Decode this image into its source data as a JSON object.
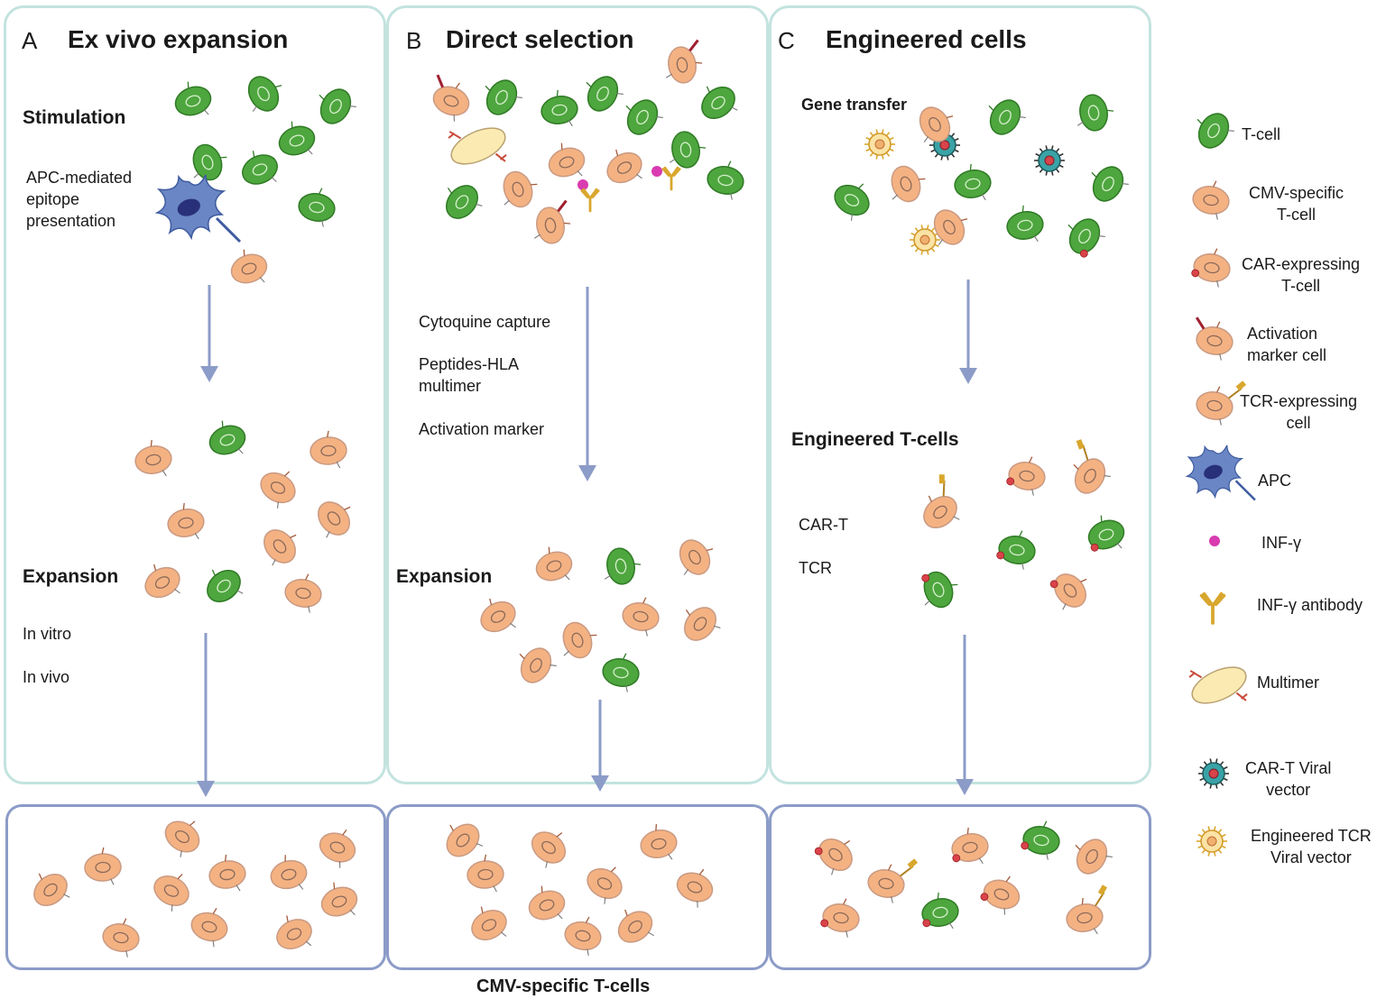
{
  "panels": [
    {
      "letter": "A",
      "title": "Ex vivo expansion",
      "step1": "Stimulation",
      "apc_label": [
        "APC-mediated",
        "epitope",
        "presentation"
      ],
      "step2": "Expansion",
      "sub": [
        "In vitro",
        "In vivo"
      ]
    },
    {
      "letter": "B",
      "title": "Direct selection",
      "methods": [
        "Cytoquine capture",
        "Peptides-HLA",
        "multimer",
        "Activation marker"
      ],
      "step2": "Expansion"
    },
    {
      "letter": "C",
      "title": "Engineered cells",
      "step1": "Gene transfer",
      "step2": "Engineered T-cells",
      "sub": [
        "CAR-T",
        "TCR"
      ]
    }
  ],
  "bottom_label": "CMV-specific T-cells",
  "legend": [
    {
      "icon": "t-cell-icon",
      "lines": [
        "T-cell"
      ]
    },
    {
      "icon": "cmv-specific-t-cell-icon",
      "lines": [
        "CMV-specific",
        "T-cell"
      ]
    },
    {
      "icon": "car-expressing-t-cell-icon",
      "lines": [
        "CAR-expressing",
        "T-cell"
      ]
    },
    {
      "icon": "activation-marker-cell-icon",
      "lines": [
        "Activation",
        "marker cell"
      ]
    },
    {
      "icon": "tcr-expressing-cell-icon",
      "lines": [
        "TCR-expressing",
        "cell"
      ]
    },
    {
      "icon": "apc-icon",
      "lines": [
        "APC"
      ]
    },
    {
      "icon": "inf-gamma-icon",
      "lines": [
        "INF-γ"
      ]
    },
    {
      "icon": "inf-gamma-antibody-icon",
      "lines": [
        "INF-γ antibody"
      ]
    },
    {
      "icon": "multimer-icon",
      "lines": [
        "Multimer"
      ]
    },
    {
      "icon": "car-t-viral-vector-icon",
      "lines": [
        "CAR-T Viral",
        "vector"
      ]
    },
    {
      "icon": "engineered-tcr-viral-vector-icon",
      "lines": [
        "Engineered TCR",
        "Viral vector"
      ]
    }
  ],
  "colors": {
    "green_cell": "#4ea63e",
    "orange_cell": "#f4b283",
    "apc": "#6a86c4",
    "inf_gamma": "#d93bb0",
    "antibody": "#d9a72e",
    "car_dot": "#d9434a",
    "panel_border": "#c3e3df",
    "result_border": "#8c9cc8",
    "arrow": "#8c9cc8"
  }
}
